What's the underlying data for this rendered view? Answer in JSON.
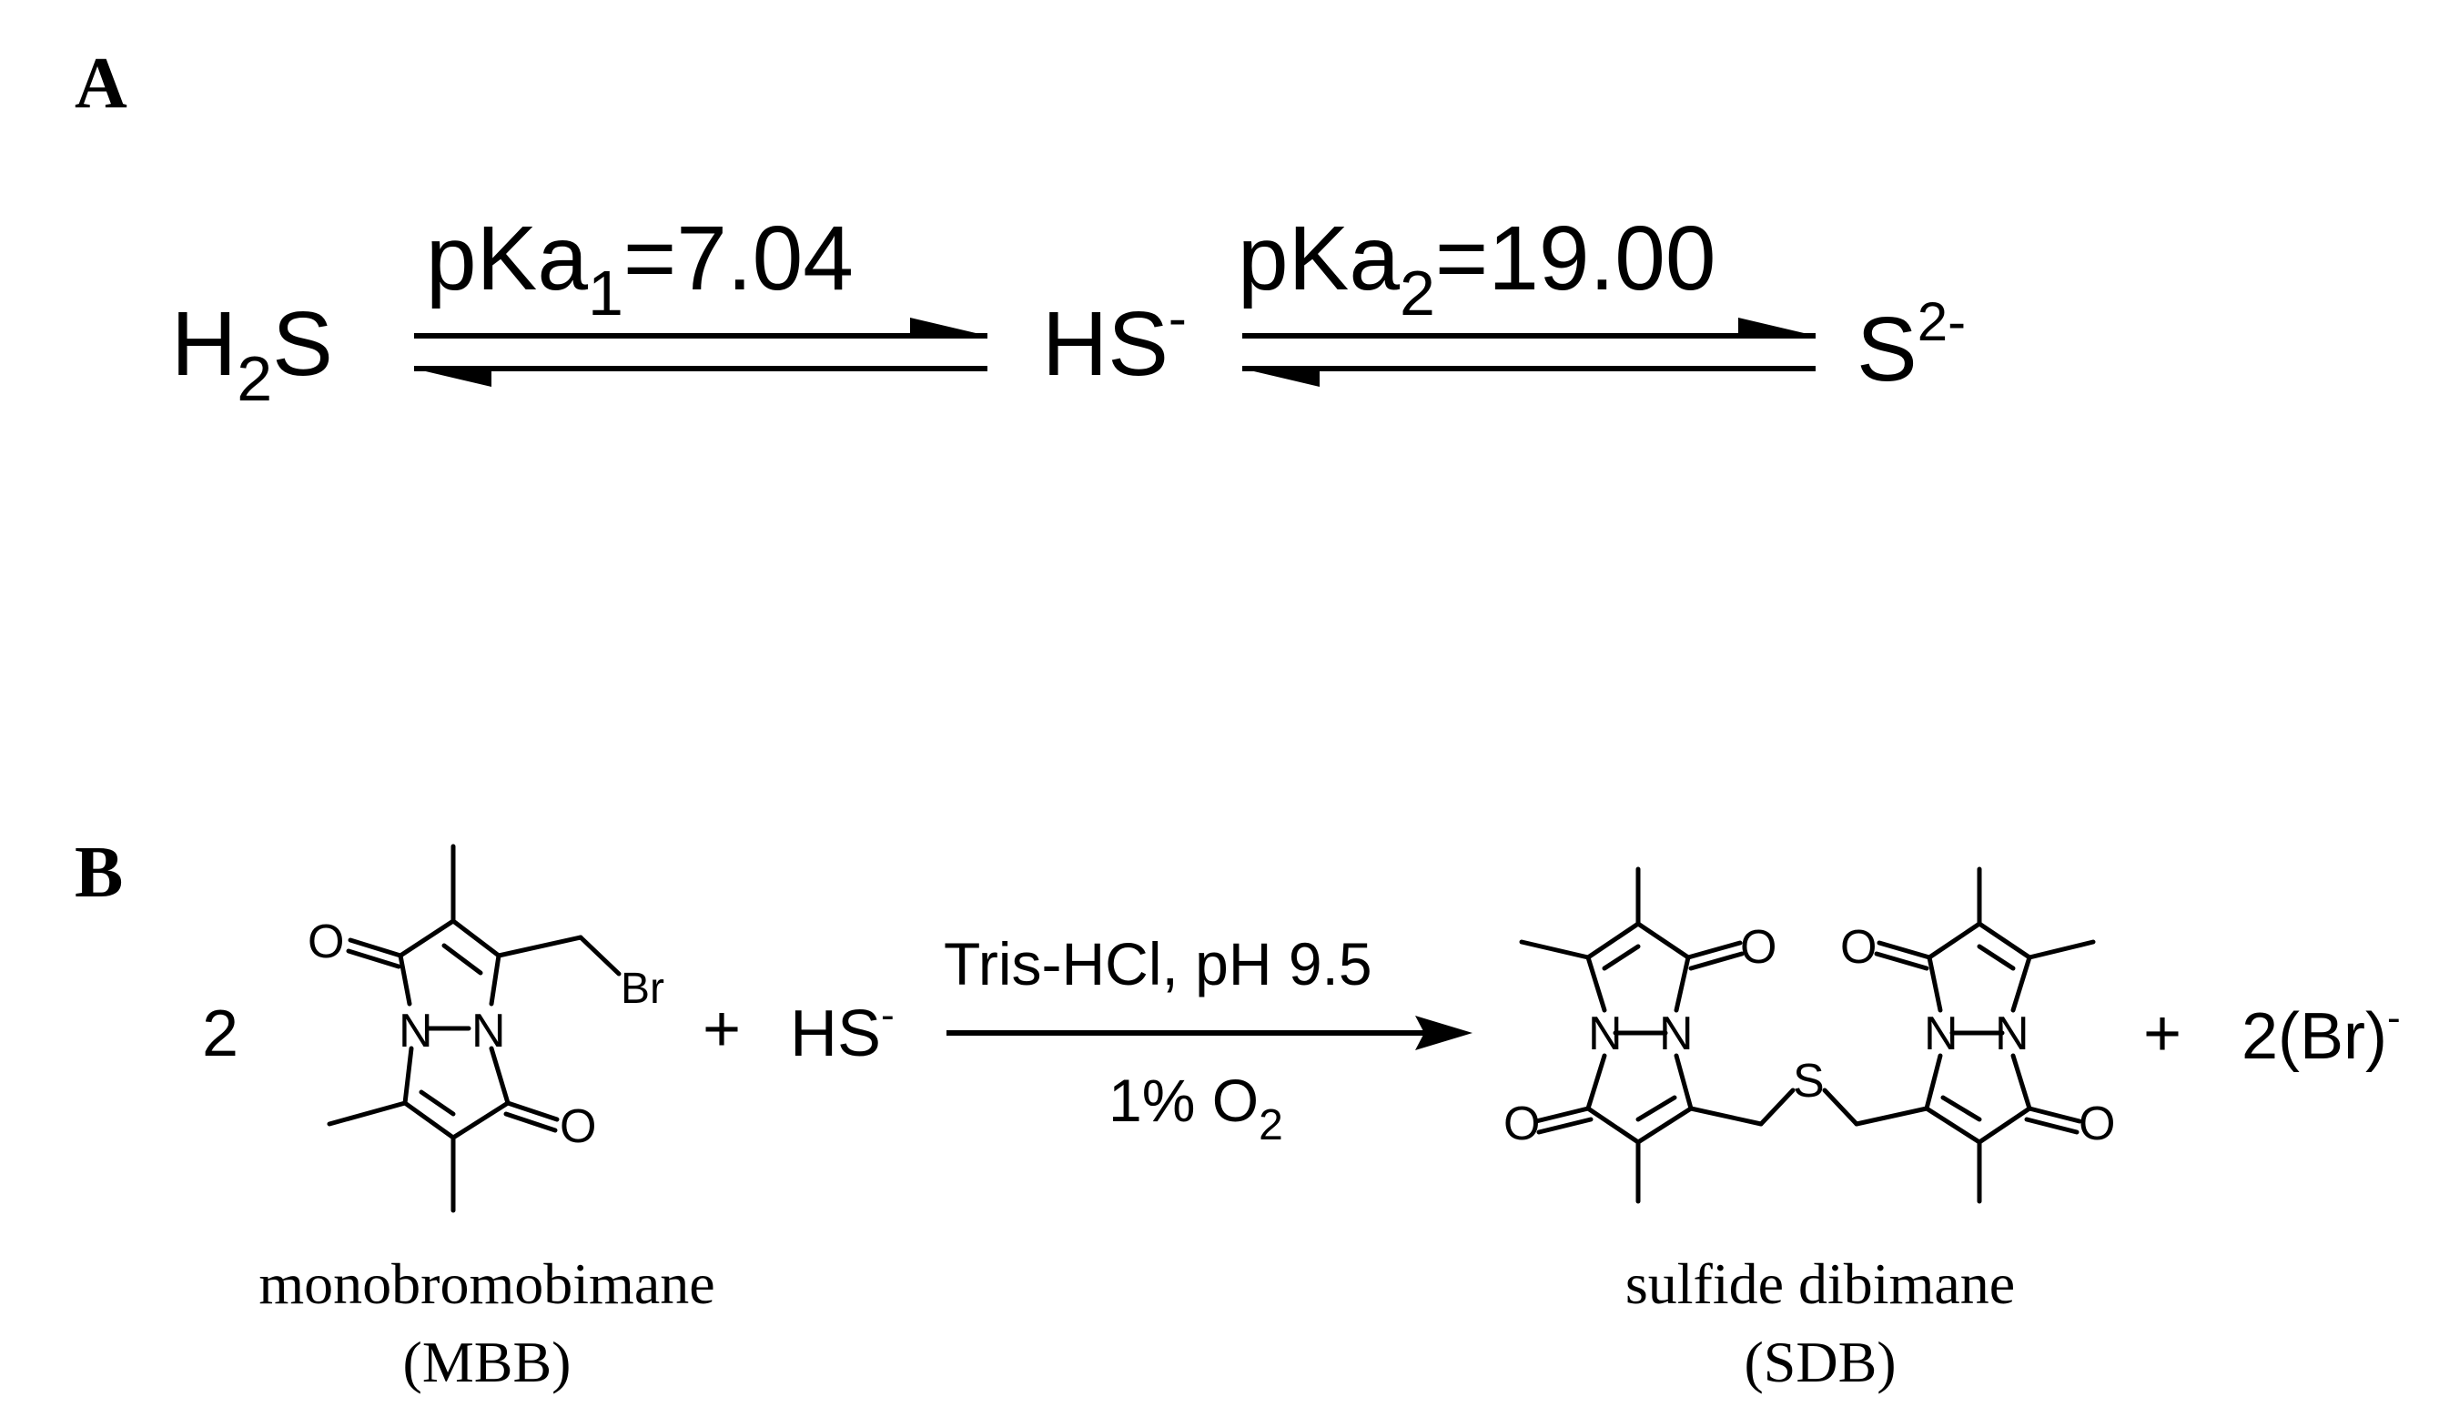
{
  "panel_a": {
    "label": "A",
    "reactant": {
      "base": "H",
      "sub": "2",
      "tail": "S"
    },
    "eq1": {
      "pre": "pKa",
      "sub": "1",
      "post": "=7.04"
    },
    "middle": {
      "base": "HS",
      "sup": "-"
    },
    "eq2": {
      "pre": "pKa",
      "sub": "2",
      "post": "=19.00"
    },
    "product": {
      "base": "S",
      "sup": "2-"
    }
  },
  "panel_b": {
    "label": "B",
    "coefficient": "2",
    "plus1": "+",
    "hs": {
      "base": "HS",
      "sup": "-"
    },
    "condition_top": "Tris-HCl, pH 9.5",
    "condition_bottom": {
      "pre": "1% O",
      "sub": "2"
    },
    "plus2": "+",
    "byproduct": {
      "base": "2(Br)",
      "sup": "-"
    },
    "mbb": {
      "name": "monobromobimane",
      "abbr": "(MBB)",
      "atoms": {
        "o_top": "O",
        "o_bottom": "O",
        "n_left": "N",
        "n_right": "N",
        "br": "Br"
      }
    },
    "sdb": {
      "name": "sulfide dibimane",
      "abbr": "(SDB)",
      "atoms": {
        "o1": "O",
        "o2": "O",
        "o3": "O",
        "o4": "O",
        "n1": "N",
        "n2": "N",
        "n3": "N",
        "n4": "N",
        "s": "S"
      }
    }
  }
}
